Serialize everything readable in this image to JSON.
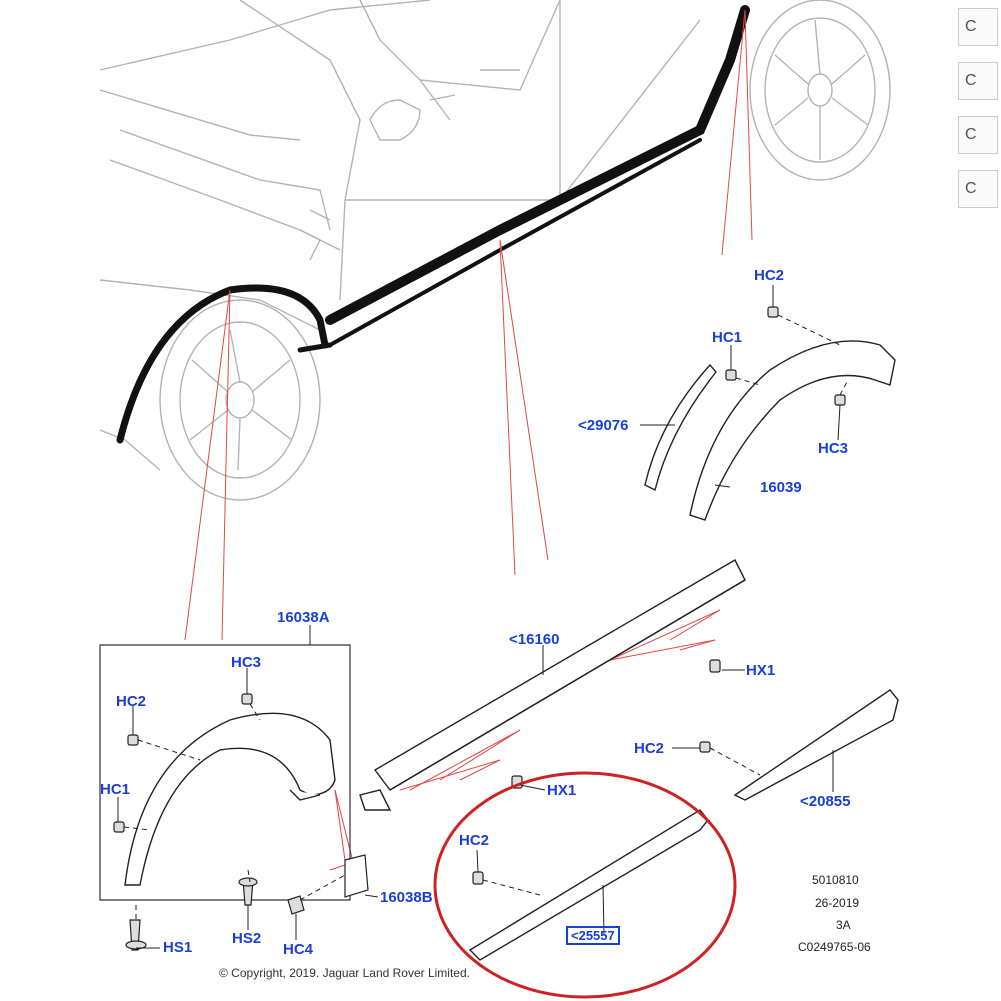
{
  "labels": {
    "hc2_top": "HC2",
    "hc1_top": "HC1",
    "hc3_top": "HC3",
    "p29076": "<29076",
    "p16039": "16039",
    "p16038a": "16038A",
    "hc3_left": "HC3",
    "hc2_left": "HC2",
    "hc1_left": "HC1",
    "p16160": "<16160",
    "hx1_right": "HX1",
    "hx1_mid": "HX1",
    "hc2_mid": "HC2",
    "p20855": "<20855",
    "hc2_bottom": "HC2",
    "p16038b": "16038B",
    "hs1": "HS1",
    "hs2": "HS2",
    "hc4": "HC4",
    "p25557": "<25557"
  },
  "codes": {
    "line1": "5010810",
    "line2": "26-2019",
    "line3": "3A",
    "line4": "C0249765-06"
  },
  "copyright": "© Copyright, 2019. Jaguar Land Rover Limited.",
  "side_buttons": [
    "C",
    "C",
    "C",
    "C"
  ],
  "colors": {
    "label_blue": "#1a3fd6",
    "leader_red": "#e04040",
    "highlight_circle": "#cc1f1f",
    "part_outline": "#222222",
    "car_outline": "#b0b0b0"
  }
}
